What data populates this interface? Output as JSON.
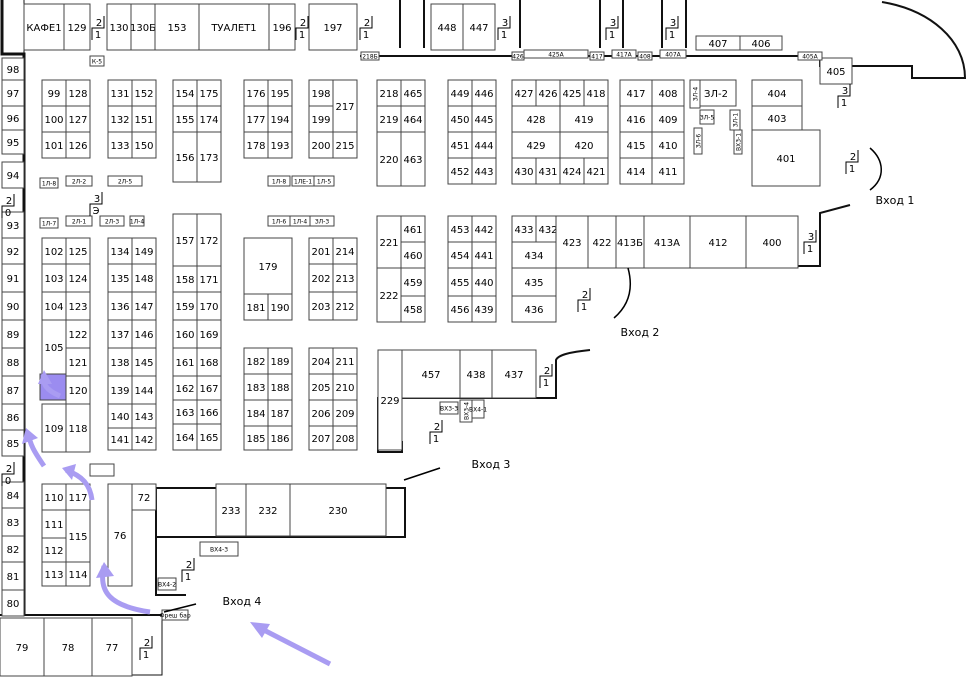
{
  "booths": [
    "КАФЕ1",
    "129",
    "130",
    "130Б",
    "153",
    "ТУАЛЕТ1",
    "196",
    "197",
    "448",
    "447",
    "407",
    "406",
    "405",
    "98",
    "97",
    "96",
    "95",
    "94",
    "93",
    "92",
    "91",
    "90",
    "89",
    "88",
    "87",
    "86",
    "85",
    "84",
    "83",
    "82",
    "81",
    "80",
    "99",
    "128",
    "100",
    "127",
    "101",
    "126",
    "131",
    "152",
    "132",
    "151",
    "133",
    "150",
    "154",
    "175",
    "155",
    "174",
    "156",
    "173",
    "176",
    "195",
    "177",
    "194",
    "178",
    "193",
    "198",
    "199",
    "200",
    "217",
    "215",
    "218",
    "465",
    "219",
    "464",
    "220",
    "463",
    "449",
    "446",
    "450",
    "445",
    "451",
    "444",
    "452",
    "443",
    "427",
    "426",
    "425",
    "418",
    "428",
    "419",
    "429",
    "420",
    "430",
    "431",
    "424",
    "421",
    "417",
    "408",
    "416",
    "409",
    "415",
    "410",
    "414",
    "411",
    "ЗЛ-2",
    "404",
    "403",
    "401",
    "102",
    "125",
    "103",
    "124",
    "104",
    "123",
    "105",
    "122",
    "121",
    "120",
    "109",
    "118",
    "134",
    "149",
    "135",
    "148",
    "136",
    "147",
    "137",
    "146",
    "138",
    "145",
    "139",
    "144",
    "140",
    "143",
    "141",
    "142",
    "157",
    "172",
    "158",
    "171",
    "159",
    "170",
    "160",
    "169",
    "161",
    "168",
    "162",
    "167",
    "163",
    "166",
    "164",
    "165",
    "179",
    "181",
    "190",
    "182",
    "189",
    "183",
    "188",
    "184",
    "187",
    "185",
    "186",
    "201",
    "214",
    "202",
    "213",
    "203",
    "212",
    "204",
    "211",
    "205",
    "210",
    "206",
    "209",
    "207",
    "208",
    "221",
    "461",
    "460",
    "222",
    "459",
    "458",
    "453",
    "442",
    "454",
    "441",
    "455",
    "440",
    "456",
    "439",
    "433",
    "432",
    "434",
    "435",
    "436",
    "423",
    "422",
    "413Б",
    "413А",
    "412",
    "400",
    "229",
    "457",
    "438",
    "437",
    "110",
    "117",
    "111",
    "115",
    "112",
    "113",
    "114",
    "76",
    "72",
    "233",
    "232",
    "230",
    "79",
    "78",
    "77"
  ],
  "small_labels": [
    "К-5",
    "218Б",
    "426",
    "425А",
    "417",
    "417А",
    "408",
    "407А",
    "405А",
    "1Л-8",
    "2Л-2",
    "2Л-5",
    "1Л-8",
    "1ЛЕ-1",
    "1Л-5",
    "1Л-7",
    "2Л-1",
    "2Л-3",
    "1Л-4",
    "1Л-6",
    "1Л-4",
    "ЗЛ-3",
    "ЗЛ-4",
    "ЗЛ-5",
    "ЗЛ-6",
    "ЗЛ-1",
    "ВХ3-1",
    "ВХ3-3",
    "ВХ3-4",
    "ВХ4-1",
    "ВХ4-3",
    "ВХ4-2",
    "Фреш бар"
  ],
  "stairs": [
    "2|1",
    "2|1",
    "2|1",
    "3|1",
    "3|1",
    "3|1",
    "3|1",
    "3|1",
    "2|1",
    "2|1",
    "2|1",
    "2|1",
    "2|0",
    "2|0",
    "2|1",
    "2|1",
    "3|Э"
  ],
  "entrances": [
    "Вход 1",
    "Вход 2",
    "Вход 3",
    "Вход 4"
  ],
  "colors": {
    "arrow": "#a99cf2",
    "highlight": "#9b8cf0"
  }
}
